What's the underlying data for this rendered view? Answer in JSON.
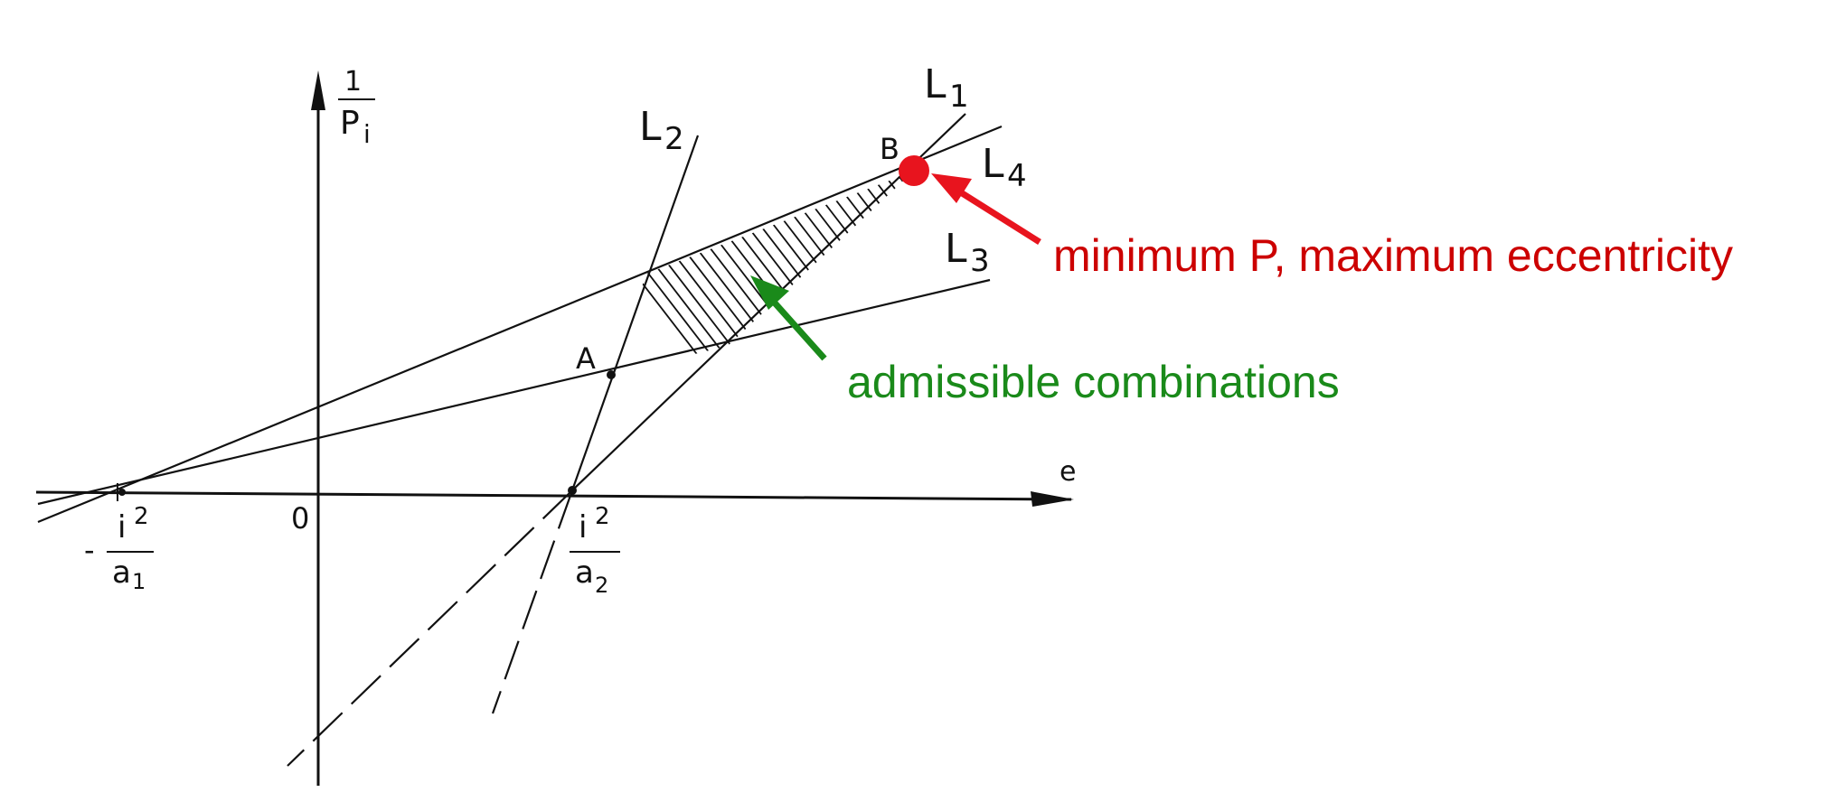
{
  "axes": {
    "y_label_numerator": "1",
    "y_label_denominator": "P",
    "y_label_subscript": "i",
    "x_label": "e",
    "origin_label": "0",
    "left_tick_label_minus": "-",
    "left_tick_label_numerator": "i",
    "left_tick_label_numerator_exp": "2",
    "left_tick_label_denominator": "a",
    "left_tick_label_denominator_sub": "1",
    "right_tick_label_numerator": "i",
    "right_tick_label_numerator_exp": "2",
    "right_tick_label_denominator": "a",
    "right_tick_label_denominator_sub": "2"
  },
  "lines": [
    {
      "name": "L",
      "sub": "1"
    },
    {
      "name": "L",
      "sub": "2"
    },
    {
      "name": "L",
      "sub": "3"
    },
    {
      "name": "L",
      "sub": "4"
    }
  ],
  "points": {
    "A": "A",
    "B": "B"
  },
  "annotations": {
    "optimum": "minimum P, maximum eccentricity",
    "region": "admissible combinations"
  },
  "colors": {
    "ink": "#111111",
    "optimum_marker": "#e8141e",
    "optimum_text": "#cc0000",
    "region_text": "#1a8a1a",
    "region_arrow": "#1a8a1a"
  }
}
